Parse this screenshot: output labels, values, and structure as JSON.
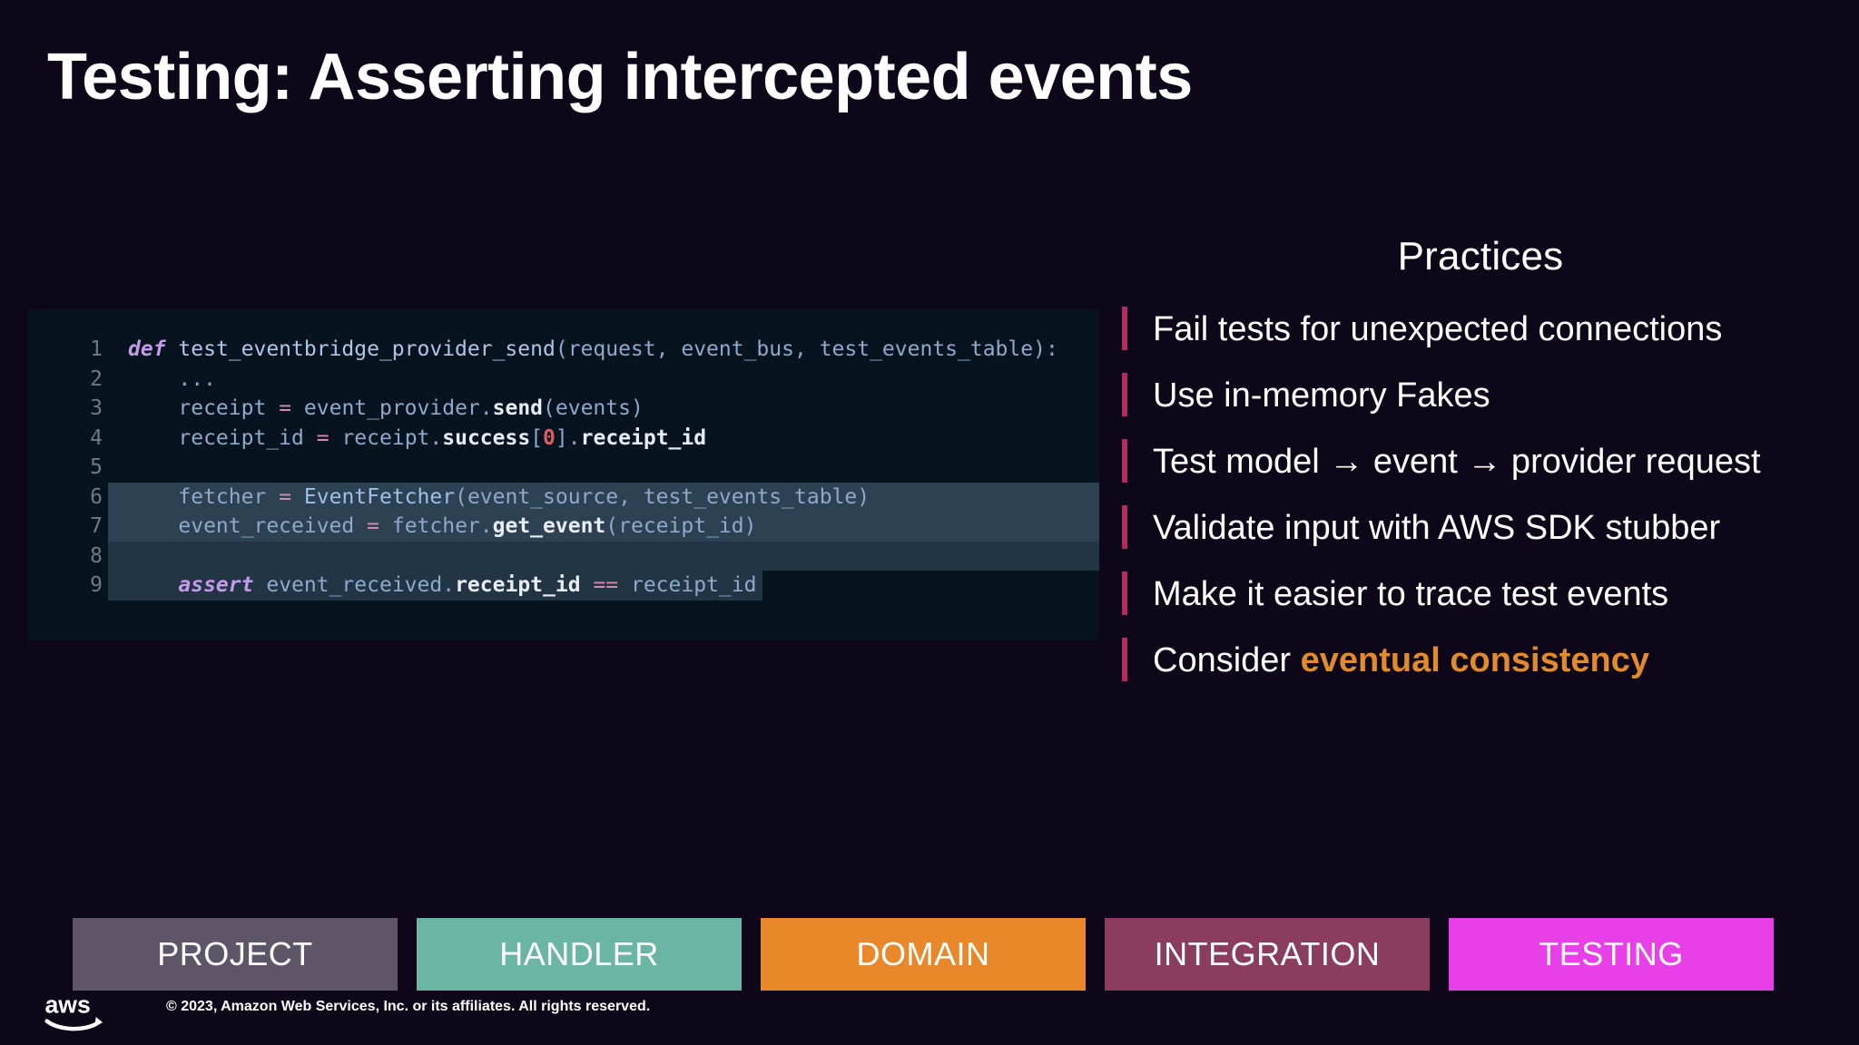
{
  "slide": {
    "title": "Testing: Asserting intercepted events",
    "background_color": "#0D0719"
  },
  "code_block": {
    "language": "python",
    "background_color": "#07141F",
    "highlight_color": "#84ACC8",
    "lines": [
      {
        "number": "1",
        "text": "def test_eventbridge_provider_send(request, event_bus, test_events_table):",
        "highlighted": false
      },
      {
        "number": "2",
        "text": "    ...",
        "highlighted": false
      },
      {
        "number": "3",
        "text": "    receipt = event_provider.send(events)",
        "highlighted": false
      },
      {
        "number": "4",
        "text": "    receipt_id = receipt.success[0].receipt_id",
        "highlighted": false
      },
      {
        "number": "5",
        "text": "",
        "highlighted": false
      },
      {
        "number": "6",
        "text": "    fetcher = EventFetcher(event_source, test_events_table)",
        "highlighted": true
      },
      {
        "number": "7",
        "text": "    event_received = fetcher.get_event(receipt_id)",
        "highlighted": true
      },
      {
        "number": "8",
        "text": "",
        "highlighted": true
      },
      {
        "number": "9",
        "text": "    assert event_received.receipt_id == receipt_id",
        "highlighted": true
      }
    ]
  },
  "practices": {
    "heading": "Practices",
    "bar_color": "#B32A5E",
    "accent_color": "#E08B2E",
    "items": [
      {
        "text": "Fail tests for unexpected connections"
      },
      {
        "text": "Use in-memory Fakes"
      },
      {
        "text": "Test model → event → provider request"
      },
      {
        "text": "Validate input with AWS SDK stubber"
      },
      {
        "text": "Make it easier to trace test events"
      },
      {
        "prefix": "Consider ",
        "accent": "eventual consistency"
      }
    ]
  },
  "nav": {
    "tabs": [
      {
        "label": "PROJECT",
        "color": "#5E5668",
        "active": false
      },
      {
        "label": "HANDLER",
        "color": "#6BB5A4",
        "active": false
      },
      {
        "label": "DOMAIN",
        "color": "#E8882B",
        "active": false
      },
      {
        "label": "INTEGRATION",
        "color": "#8A3D5E",
        "active": false
      },
      {
        "label": "TESTING",
        "color": "#E83FE8",
        "active": true
      }
    ]
  },
  "footer": {
    "logo_name": "aws",
    "copyright": "© 2023, Amazon Web Services, Inc. or its affiliates. All rights reserved."
  }
}
